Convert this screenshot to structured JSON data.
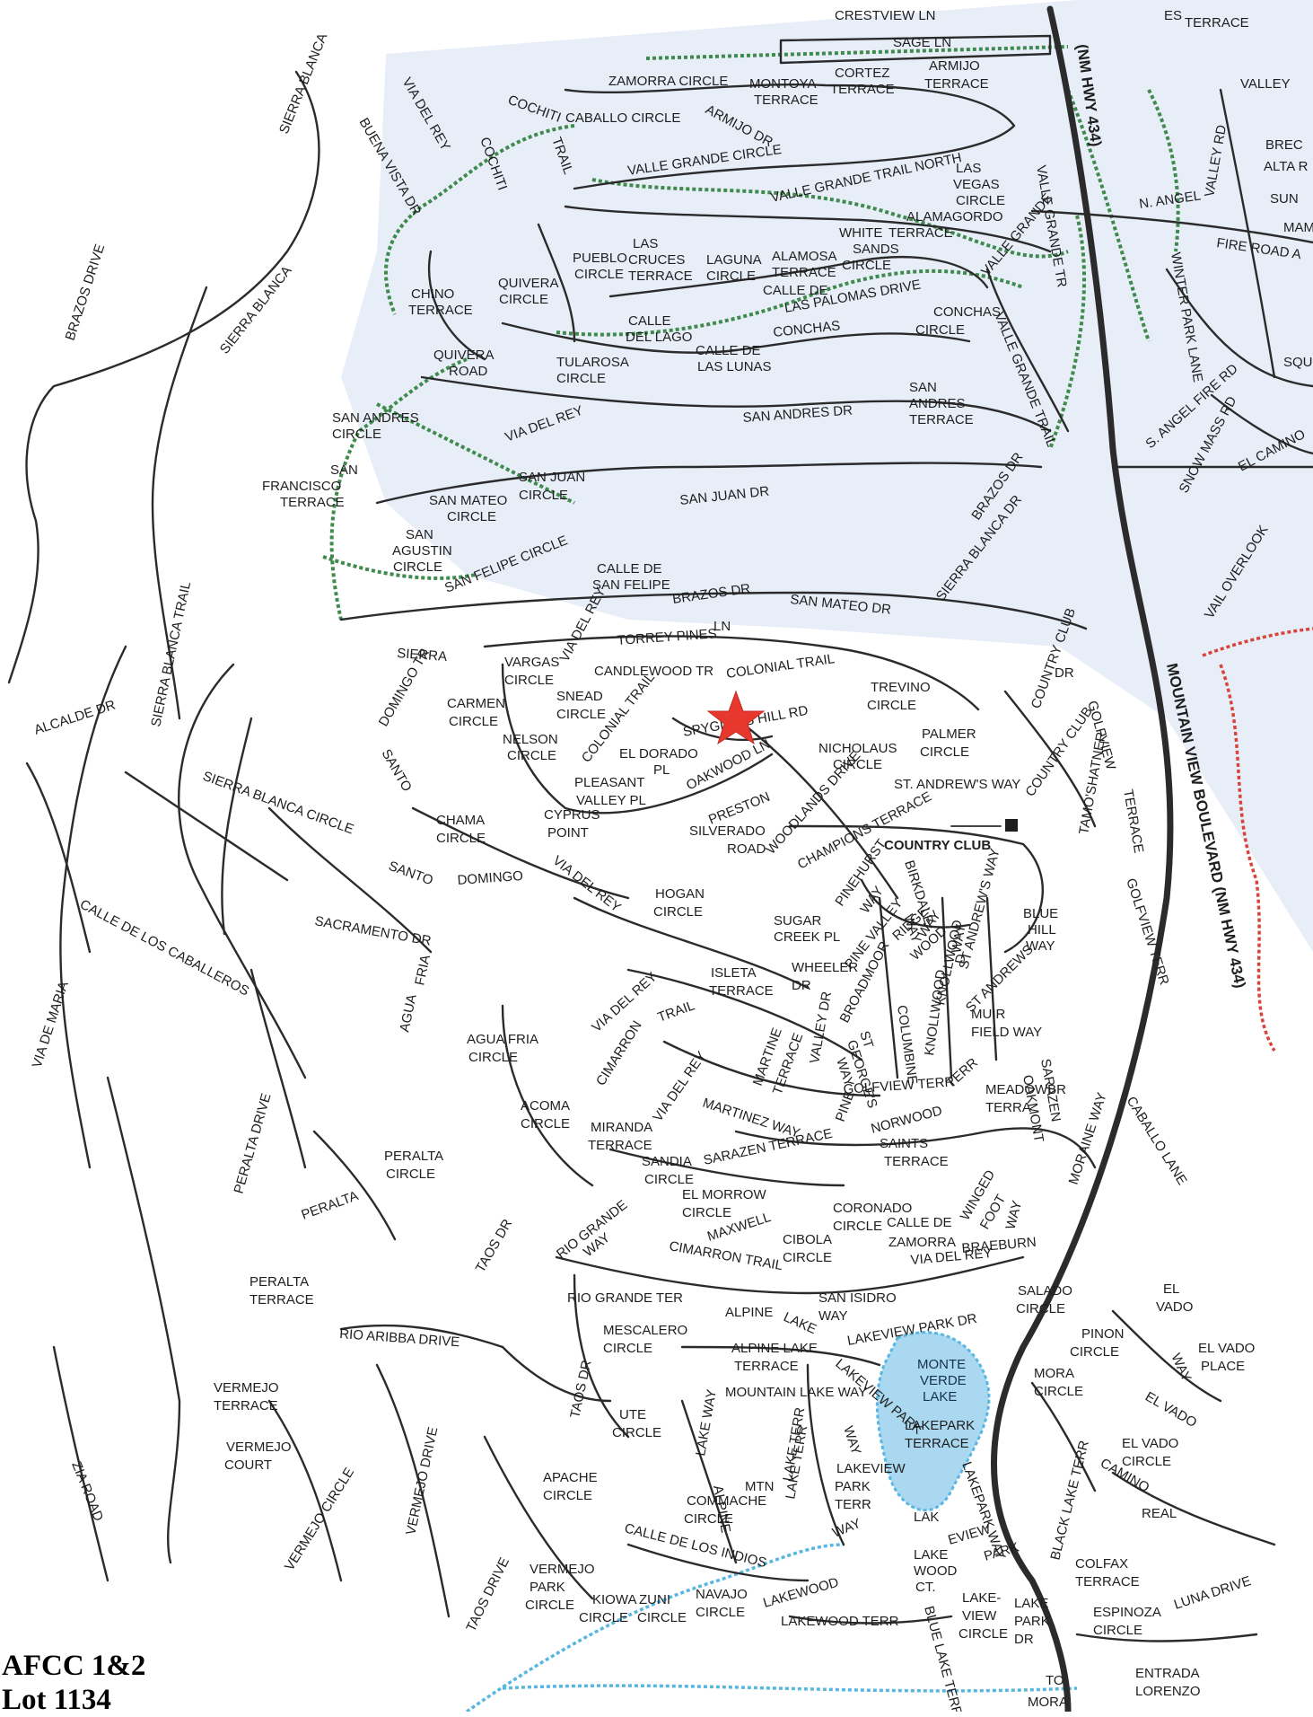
{
  "caption": {
    "line1": "AFCC 1&2",
    "line2": "Lot 1134"
  },
  "marker": {
    "icon": "red-star-icon",
    "color": "#e8382d"
  },
  "colors": {
    "road": "#2b2b2b",
    "shade": "#e8eef8",
    "trail_green": "#3f8a4d",
    "trail_red": "#d9433a",
    "trail_blue": "#58b6e0",
    "lake": "#a9d8f0"
  },
  "highways": {
    "upper": "(NM HWY 434)",
    "lower": "MOUNTAIN VIEW BOULEVARD (NM HWY 434)"
  },
  "lake": {
    "line1": "MONTE",
    "line2": "VERDE",
    "line3": "LAKE"
  },
  "labels": {
    "crestview": "CRESTVIEW LN",
    "sage": "SAGE LN",
    "terrace_top": "TERRACE",
    "es": "ES",
    "zamorra": "ZAMORRA CIRCLE",
    "montoya": "MONTOYA",
    "montoya2": "TERRACE",
    "cortez": "CORTEZ",
    "cortez2": "TERRACE",
    "armijo_t": "ARMIJO",
    "armijo_t2": "TERRACE",
    "caballo": "CABALLO CIRCLE",
    "armijo_dr": "ARMIJO DR",
    "cochiti": "COCHITI",
    "cochiti2": "COCHITI",
    "trail_cochiti": "TRAIL",
    "sierra_blanca_top": "SIERRA BLANCA",
    "via_del_rey_top": "VIA DEL REY",
    "buena_vista": "BUENA VISTA DR",
    "valle_grande_circle": "VALLE GRANDE CIRCLE",
    "valle_grande_north": "VALLE GRANDE TRAIL NORTH",
    "las_vegas": "LAS",
    "las_vegas2": "VEGAS",
    "las_vegas3": "CIRCLE",
    "alamagordo": "ALAMAGORDO",
    "white_sands": "WHITE",
    "white_sands2": "SANDS",
    "white_sands3": "CIRCLE",
    "valle_grande_tr": "VALLE GRANDE TR",
    "valley": "VALLEY",
    "valley_rd": "VALLEY RD",
    "brec": "BREC",
    "alta_r": "ALTA R",
    "sun": "SUN",
    "mam": "MAM",
    "n_angel": "N. ANGEL",
    "fire_road": "FIRE ROAD A",
    "pueblo": "PUEBLO",
    "pueblo2": "CIRCLE",
    "las_cruces": "LAS",
    "las_cruces2": "CRUCES",
    "las_cruces3": "TERRACE",
    "laguna": "LAGUNA",
    "laguna2": "CIRCLE",
    "alamosa": "ALAMOSA",
    "alamosa2": "TERRACE",
    "white_terr": "TERRACE",
    "calle_palomas": "CALLE DE",
    "calle_palomas2": "LAS PALOMAS DRIVE",
    "conchas_circle": "CONCHAS",
    "conchas_circle2": "CIRCLE",
    "valle_grande_tr2": "VALLE GRANDE",
    "valle_grande_trail": "VALLE GRANDE TRAIL",
    "chino": "CHINO",
    "chino2": "TERRACE",
    "quivera_c": "QUIVERA",
    "quivera_c2": "CIRCLE",
    "calle_lago": "CALLE",
    "calle_lago2": "DEL LAGO",
    "conchas": "CONCHAS",
    "calle_lunas": "CALLE DE",
    "calle_lunas2": "LAS LUNAS",
    "quivera_r": "QUIVERA",
    "quivera_r2": "ROAD",
    "tularosa": "TULAROSA",
    "tularosa2": "CIRCLE",
    "winter_park": "WINTER PARK LANE",
    "squ": "SQU",
    "s_angel": "S. ANGEL FIRE RD",
    "snow_mass": "SNOW MASS RD",
    "el_camino": "EL CAMINO",
    "san_andres_c": "SAN ANDRES",
    "san_andres_c2": "CIRCLE",
    "via_del_rey_mid": "VIA DEL REY",
    "san_andres_dr": "SAN ANDRES DR",
    "san_andres_t": "SAN",
    "san_andres_t2": "ANDRES",
    "san_andres_t3": "TERRACE",
    "san_francisco": "SAN",
    "san_francisco2": "FRANCISCO",
    "san_francisco3": "TERRACE",
    "san_mateo_c": "SAN MATEO",
    "san_mateo_c2": "CIRCLE",
    "san_juan_c": "SAN JUAN",
    "san_juan_c2": "CIRCLE",
    "san_juan_dr": "SAN JUAN DR",
    "brazos_dr_r": "BRAZOS DR",
    "sierra_blanca_dr": "SIERRA BLANCA DR",
    "san_agustin": "SAN",
    "san_agustin2": "AGUSTIN",
    "san_agustin3": "CIRCLE",
    "san_felipe_c": "SAN FELIPE CIRCLE",
    "calle_felipe": "CALLE DE",
    "calle_felipe2": "SAN FELIPE",
    "brazos_dr_m": "BRAZOS DR",
    "san_mateo_dr": "SAN MATEO DR",
    "vail": "VAIL OVERLOOK",
    "brazos_drive": "BRAZOS DRIVE",
    "sierra_blanca_left": "SIERRA BLANCA",
    "sierra_blanca_trail": "SIERRA BLANCA TRAIL",
    "torrey": "TORREY PINES",
    "ln": "LN",
    "via_del_rey_t": "VIA DEL REY",
    "sierra": "SIERRA",
    "vargas": "VARGAS",
    "vargas2": "CIRCLE",
    "candlewood": "CANDLEWOOD TR",
    "colonial_trail": "COLONIAL TRAIL",
    "dr": "DR",
    "country_club_dr": "COUNTRY CLUB",
    "golfview_t": "GOLFVIEW",
    "golfview_t2": "TERRACE",
    "alcalde": "ALCALDE DR",
    "domingo_tr": "DOMINGO TR",
    "carmen": "CARMEN",
    "carmen2": "CIRCLE",
    "snead": "SNEAD",
    "snead2": "CIRCLE",
    "colonial_trail2": "COLONIAL TRAIL",
    "spyglass": "SPYGLASS HILL RD",
    "trevino": "TREVINO",
    "trevino2": "CIRCLE",
    "nicholaus": "NICHOLAUS",
    "nicholaus2": "CIRCLE",
    "palmer": "PALMER",
    "palmer2": "CIRCLE",
    "country_club_dr2": "COUNTRY CLUB",
    "nelson": "NELSON",
    "nelson2": "CIRCLE",
    "el_dorado": "EL DORADO",
    "el_dorado2": "PL",
    "oakwood": "OAKWOOD LN",
    "st_andrews_way": "ST. ANDREW'S WAY",
    "sierra_blanca_circle": "SIERRA BLANCA CIRCLE",
    "santo_left": "SANTO",
    "pleasant": "PLEASANT",
    "pleasant2": "VALLEY PL",
    "preston": "PRESTON",
    "woodlands": "WOODLANDS DRIVE",
    "chama": "CHAMA",
    "chama2": "CIRCLE",
    "cypress": "CYPRUS",
    "cypress2": "POINT",
    "silverado": "SILVERADO",
    "silverado2": "ROAD",
    "champions": "CHAMPIONS TERRACE",
    "country_club": "COUNTRY CLUB",
    "tamo": "TAMO'SHATNER",
    "golfview_terr": "GOLFVIEW TERR",
    "santo": "SANTO",
    "domingo": "DOMINGO",
    "via_del_rey_d": "VIA DEL REY",
    "hogan": "HOGAN",
    "hogan2": "CIRCLE",
    "pinehurst": "PINEHURST",
    "way1": "WAY",
    "birkdale": "BIRKDALE",
    "way2": "WAY",
    "st_andrews_way2": "ST ANDREW'S WAY",
    "blue_hill": "BLUE",
    "blue_hill2": "HILL",
    "blue_hill3": "WAY",
    "calle_caballeros": "CALLE DE LOS CABALLEROS",
    "sacramento": "SACRAMENTO DR",
    "sugar": "SUGAR",
    "sugar2": "CREEK PL",
    "pine_valley": "PINE VALLEY",
    "ridgewood": "RIDGE-",
    "ridgewood2": "WOOD",
    "way3": "WAY",
    "way4": "WAY",
    "wheeler": "WHEELER",
    "wheeler2": "DR",
    "isleta": "ISLETA",
    "isleta2": "TERRACE",
    "broadmoor": "BROADMOOR",
    "knollwood": "KNOLLWOOD",
    "st_andrews": "ST ANDREWS",
    "knollwood2": "D",
    "agua": "AGUA",
    "fria": "FRIA",
    "via_de_maria": "VIA DE MARIA",
    "agua_fria_c": "AGUA FRIA",
    "agua_fria_c2": "CIRCLE",
    "via_del_rey_lo": "VIA DEL REY",
    "cimarron_trail_up": "CIMARRON",
    "trail_up": "TRAIL",
    "muir": "MUIR",
    "muir2": "FIELD WAY",
    "martine": "MARTINE",
    "martine2": "TERRACE",
    "valley_dr": "VALLEY DR",
    "st_georges": "ST",
    "st_georges2": "GEORGE'S",
    "st_georges3": "WAY",
    "columbine": "COLUMBINE",
    "knollwood3": "KNOLLWOOD",
    "golfview_terr2": "GOLFVIEW TERR",
    "terr": "TERR",
    "sarazen_r": "SARAZEN",
    "oakmont": "OAKMONT",
    "meadowbr": "MEADOWBR",
    "meadowbr2": "TERRA",
    "peralta_drive": "PERALTA DRIVE",
    "acoma": "ACOMA",
    "acoma2": "CIRCLE",
    "via_del_rey_m": "VIA DEL REY",
    "martinez": "MARTINEZ WAY",
    "pine": "PINE",
    "norwood": "NORWOOD",
    "caballo_lane": "CABALLO LANE",
    "miranda": "MIRANDA",
    "miranda2": "TERRACE",
    "sarazen_terr": "SARAZEN TERRACE",
    "saints": "SAINTS",
    "saints2": "TERRACE",
    "moraine": "MORAINE WAY",
    "peralta_c": "PERALTA",
    "peralta_c2": "CIRCLE",
    "peralta": "PERALTA",
    "sandia": "SANDIA",
    "sandia2": "CIRCLE",
    "el_morrow": "EL MORROW",
    "el_morrow2": "CIRCLE",
    "coronado": "CORONADO",
    "coronado2": "CIRCLE",
    "calle_zamorra": "CALLE DE",
    "calle_zamorra2": "ZAMORRA",
    "winged": "WINGED",
    "winged2": "FOOT",
    "winged3": "WAY",
    "braeburn": "BRAEBURN",
    "taos_dr": "TAOS DR",
    "rio_grande_way": "RIO GRANDE",
    "rio_grande_way2": "WAY",
    "maxwell": "MAXWELL",
    "cibola": "CIBOLA",
    "cibola2": "CIRCLE",
    "cimarron_trail": "CIMARRON TRAIL",
    "peralta_t": "PERALTA",
    "peralta_t2": "TERRACE",
    "rio_grande_ter": "RIO GRANDE TER",
    "san_isidro": "SAN ISIDRO",
    "san_isidro2": "WAY",
    "via_del_rey_r": "VIA DEL REY",
    "salado": "SALADO",
    "salado2": "CIRCLE",
    "el_vado": "EL",
    "el_vado2": "VADO",
    "el_vado3": "WAY",
    "rio_arriba": "RIO ARIBBA DRIVE",
    "alpine": "ALPINE",
    "lake": "LAKE",
    "lakeview_park": "LAKEVIEW PARK DR",
    "mescalero": "MESCALERO",
    "mescalero2": "CIRCLE",
    "taos_dr2": "TAOS DR",
    "alpine_lake": "ALPINE LAKE",
    "alpine_lake2": "TERRACE",
    "pinon": "PINON",
    "pinon2": "CIRCLE",
    "el_vado_place": "EL VADO",
    "el_vado_place2": "PLACE",
    "vermejo_t": "VERMEJO",
    "vermejo_t2": "TERRACE",
    "lake_way": "LAKE WAY",
    "mountain_lake": "MOUNTAIN LAKE WAY",
    "lakeview_park2": "LAKEVIEW PARK",
    "mora": "MORA",
    "mora2": "CIRCLE",
    "el_vado_dr": "EL VADO",
    "zia_road": "ZIA ROAD",
    "ute": "UTE",
    "ute2": "CIRCLE",
    "lake_terr": "LAKE TERR",
    "way5": "WAY",
    "lakepark": "LAKEPARK",
    "lakepark2": "TERRACE",
    "el_vado_c": "EL VADO",
    "el_vado_c2": "CIRCLE",
    "vermejo_c": "VERMEJO",
    "vermejo_c2": "COURT",
    "vermejo_drive": "VERMEJO DRIVE",
    "alpine2": "ALPINE",
    "mtn": "MTN",
    "lake_terr2": "LAKE TERR",
    "lakeview": "LAKEVIEW",
    "lakeview2": "PARK",
    "lakeview3": "TERR",
    "lakepark_way": "LAKEPARK WAY",
    "black_lake": "BLACK LAKE TERR",
    "camino": "CAMINO",
    "real": "REAL",
    "apache": "APACHE",
    "apache2": "CIRCLE",
    "commache": "COMMACHE",
    "commache2": "CIRCLE",
    "lak": "LAK",
    "eview": "EVIEW",
    "park": "PARK",
    "vermejo_circle": "VERMEJO CIRCLE",
    "calle_indios": "CALLE DE LOS INDIOS",
    "way6": "WAY",
    "lake_wood": "LAKE",
    "lake_wood2": "WOOD",
    "lake_wood3": "CT.",
    "colfax": "COLFAX",
    "colfax2": "TERRACE",
    "luna": "LUNA DRIVE",
    "lakewood": "LAKEWOOD",
    "taos_drive": "TAOS DRIVE",
    "vermejo_park": "VERMEJO",
    "vermejo_park2": "PARK",
    "vermejo_park3": "CIRCLE",
    "kiowa": "KIOWA",
    "kiowa2": "CIRCLE",
    "zuni": "ZUNI",
    "zuni2": "CIRCLE",
    "navajo": "NAVAJO",
    "navajo2": "CIRCLE",
    "lakewood_terr": "LAKEWOOD TERR",
    "blue_lake": "BLUE LAKE TERR",
    "lake_view": "LAKE-",
    "lake_view2": "VIEW",
    "lake_view3": "CIRCLE",
    "lake_park": "LAKE",
    "lake_park2": "PARK",
    "lake_park3": "DR",
    "espinoza": "ESPINOZA",
    "espinoza2": "CIRCLE",
    "entrada": "ENTRADA",
    "entrada2": "LORENZO",
    "to": "TO",
    "mora_s": "MORA"
  }
}
